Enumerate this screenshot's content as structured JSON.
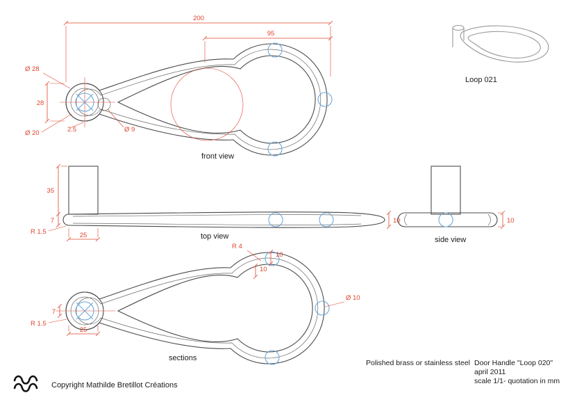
{
  "colors": {
    "dimension_red": "#e0452c",
    "construction_blue": "#6fa8d8",
    "outline_gray": "#4a4a4a",
    "sketch_gray": "#999999",
    "text_black": "#1a1a1a",
    "background": "#ffffff"
  },
  "front_view": {
    "label": "front view",
    "dims": {
      "length_200": "200",
      "width_95": "95",
      "dia_28": "Ø 28",
      "height_28": "28",
      "dia_20": "Ø 20",
      "offset_2_5": "2.5",
      "dia_9": "Ø 9"
    }
  },
  "top_view": {
    "label": "top view",
    "dims": {
      "post_height_35": "35",
      "thickness_7": "7",
      "radius_r1_5": "R 1.5",
      "post_width_25": "25",
      "tip_10": "10"
    }
  },
  "side_view": {
    "label": "side view",
    "dims": {
      "width_10": "10"
    }
  },
  "sections": {
    "label": "sections",
    "dims": {
      "radius_r4": "R 4",
      "ten_outer": "10",
      "ten_inner": "10",
      "dia_10": "Ø 10",
      "height_7": "7",
      "radius_r1_5": "R 1.5",
      "width_25": "25"
    }
  },
  "sketch": {
    "label": "Loop 021"
  },
  "footer": {
    "material": "Polished brass or stainless steel",
    "product": "Door Handle \"Loop 020\"",
    "date": "april 2011",
    "scale": "scale 1/1- quotation in mm",
    "copyright": "Copyright Mathilde Bretillot Créations"
  }
}
